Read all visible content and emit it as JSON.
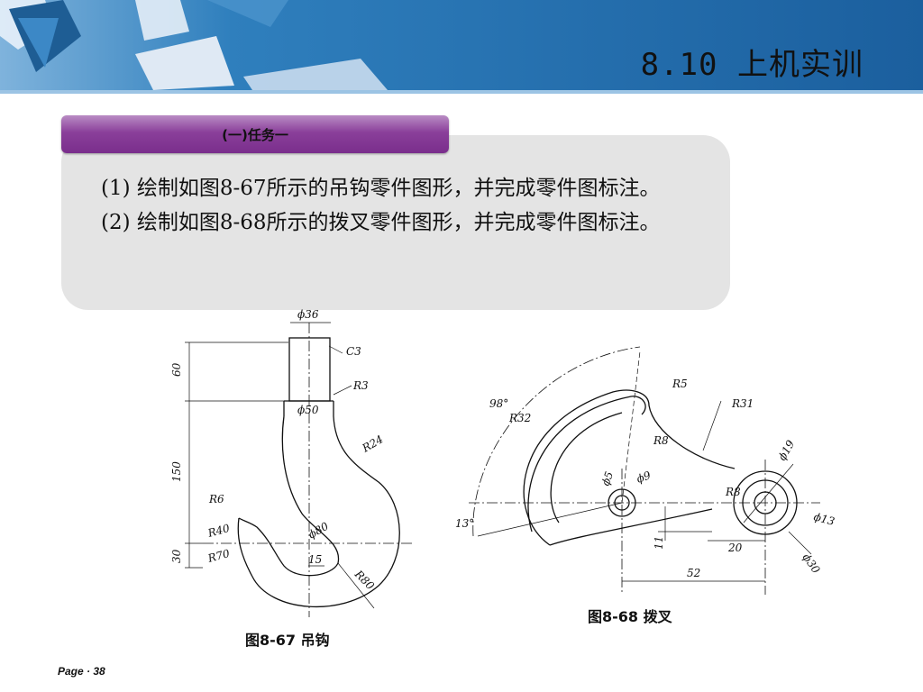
{
  "header": {
    "title": "8.10  上机实训",
    "band_color": "#1f6fae",
    "accent_color": "#8a3f9a"
  },
  "task": {
    "tab_label": "(一)任务一",
    "lines": [
      "(1) 绘制如图8-67所示的吊钩零件图形，并完成零件图标注。",
      "(2) 绘制如图8-68所示的拨叉零件图形，并完成零件图标注。"
    ]
  },
  "hook_drawing": {
    "caption": "图8-67  吊钩",
    "dimensions": [
      "ϕ36",
      "C3",
      "R3",
      "60",
      "ϕ50",
      "R24",
      "150",
      "R6",
      "ϕ80",
      "R40",
      "R70",
      "15",
      "30",
      "R80"
    ]
  },
  "fork_drawing": {
    "caption": "图8-68  拨叉",
    "dimensions": [
      "98°",
      "R5",
      "R31",
      "R32",
      "R8",
      "ϕ5",
      "ϕ9",
      "ϕ19",
      "R8",
      "13°",
      "ϕ13",
      "11",
      "20",
      "ϕ30",
      "52"
    ]
  },
  "footer": {
    "page": "Page · 38"
  }
}
